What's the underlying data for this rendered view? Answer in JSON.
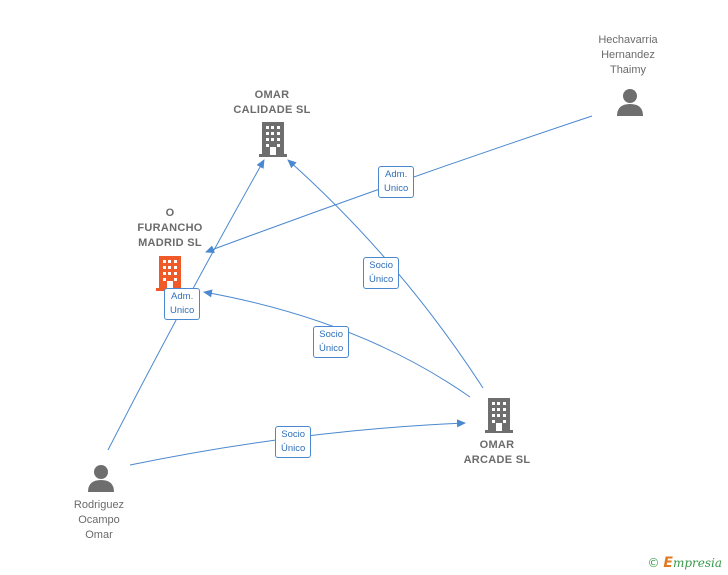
{
  "nodes": {
    "omar_calidade": {
      "label": "OMAR\nCALIDADE  SL",
      "type": "company"
    },
    "o_furancho": {
      "label": "O\nFURANCHO\nMADRID  SL",
      "type": "company-main"
    },
    "omar_arcade": {
      "label": "OMAR\nARCADE SL",
      "type": "company"
    },
    "hechavarria": {
      "label": "Hechavarria\nHernandez\nThaimy",
      "type": "person"
    },
    "rodriguez": {
      "label": "Rodriguez\nOcampo\nOmar",
      "type": "person"
    }
  },
  "edges": [
    {
      "from": "hechavarria",
      "to": "o_furancho",
      "label": "Adm.\nUnico"
    },
    {
      "from": "rodriguez",
      "to": "omar_calidade",
      "label": "Adm.\nUnico"
    },
    {
      "from": "omar_arcade",
      "to": "omar_calidade",
      "label": "Socio\nÚnico"
    },
    {
      "from": "omar_arcade",
      "to": "o_furancho",
      "label": "Socio\nÚnico"
    },
    {
      "from": "rodriguez",
      "to": "omar_arcade",
      "label": "Socio\nÚnico"
    }
  ],
  "colors": {
    "edge": "#4a88cf",
    "company_icon": "#6e6e6e",
    "main_company_icon": "#f05a28",
    "person_icon": "#6e6e6e"
  },
  "footer": {
    "copyright_symbol": "©",
    "brand_first": "E",
    "brand_rest": "mpresia"
  }
}
